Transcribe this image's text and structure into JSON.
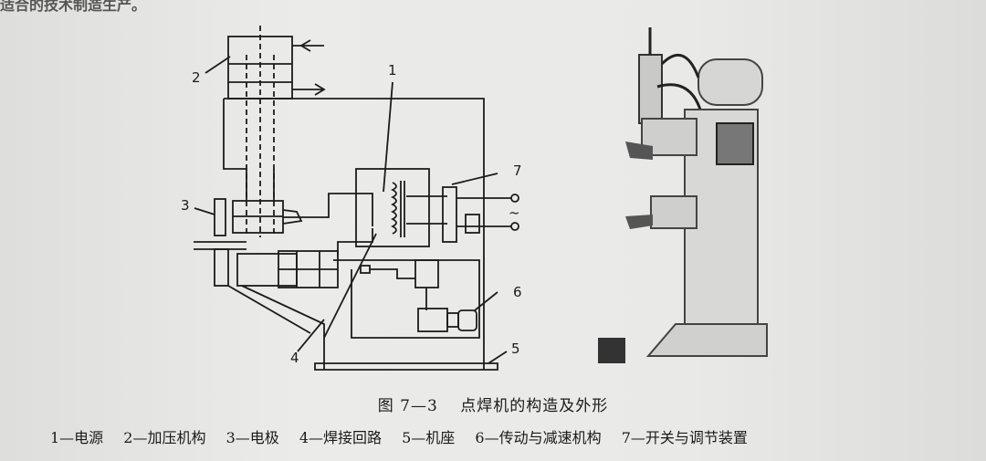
{
  "header": {
    "cut_text": "适合的技术制造生产。"
  },
  "diagram": {
    "labels": {
      "l1": "1",
      "l2": "2",
      "l3": "3",
      "l4": "4",
      "l5": "5",
      "l6": "6",
      "l7": "7"
    },
    "switch_symbol": "~"
  },
  "figure": {
    "caption": "图 7—3　 点焊机的构造及外形",
    "legend": [
      "1—电源",
      "2—加压机构",
      "3—电极",
      "4—焊接回路",
      "5—机座",
      "6—传动与减速机构",
      "7—开关与调节装置"
    ]
  },
  "colors": {
    "line": "#1c1c1c",
    "paper": "#e6e6e4",
    "machine": "#d2d2d0"
  }
}
